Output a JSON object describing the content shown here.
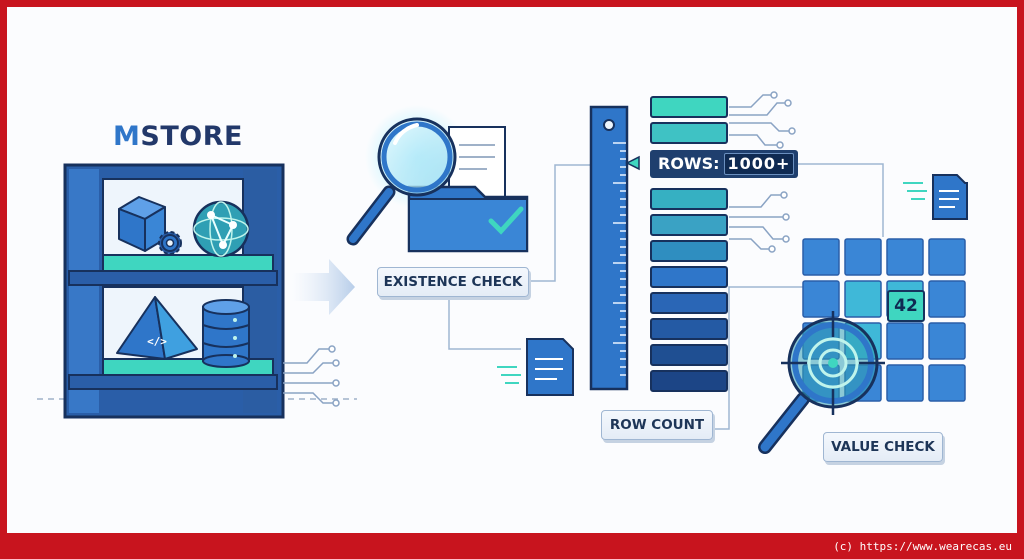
{
  "diagram": {
    "title_initial": "M",
    "title_rest": "STORE",
    "existence_label": "EXISTENCE CHECK",
    "rows_prefix": "ROWS:",
    "rows_value": "1000+",
    "row_count_label": "ROW COUNT",
    "cell_value": "42",
    "value_check_label": "VALUE CHECK",
    "code_symbol": "</>"
  },
  "footer": {
    "copyright": "(c) https://www.wearecas.eu"
  },
  "colors": {
    "frame_red": "#c8141e",
    "navy": "#1f3f6e",
    "blue": "#2f76c9",
    "teal": "#3fd6c0"
  }
}
